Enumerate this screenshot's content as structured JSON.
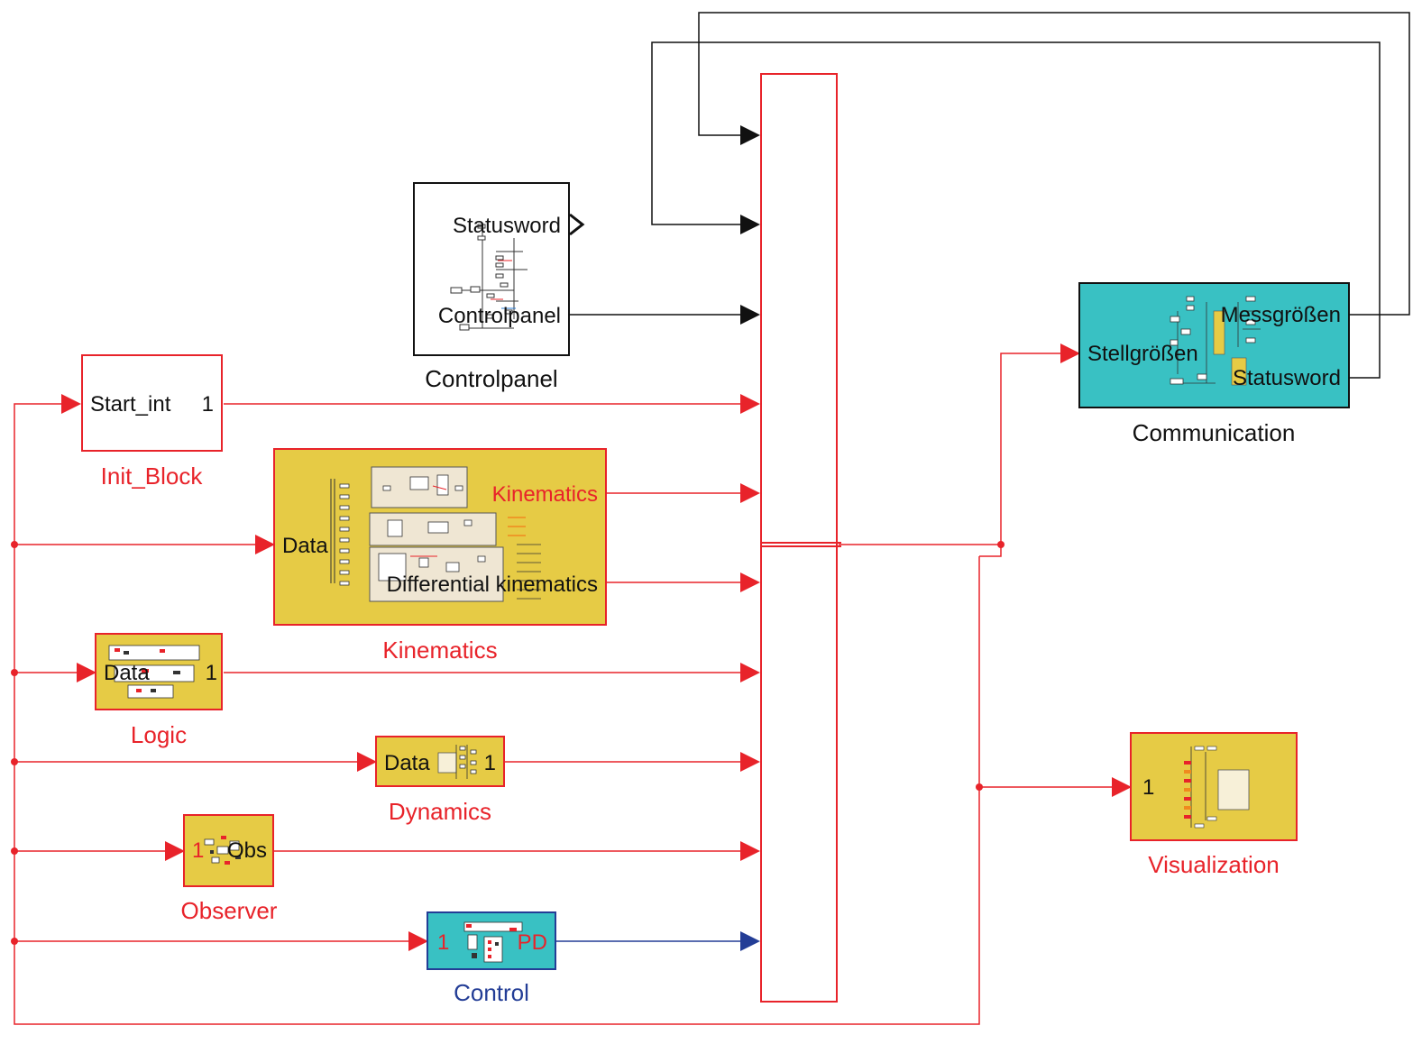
{
  "colors": {
    "signal_red": "#e8232a",
    "signal_black": "#111111",
    "signal_blue": "#233d96",
    "block_yellow": "#e6cb45",
    "block_teal": "#39c1c3"
  },
  "blocks": {
    "controlpanel": {
      "label": "Controlpanel",
      "ports": {
        "statusword": "Statusword",
        "controlpanel": "Controlpanel"
      }
    },
    "init_block": {
      "label": "Init_Block",
      "ports": {
        "start_int": "Start_int",
        "out": "1"
      }
    },
    "kinematics": {
      "label": "Kinematics",
      "ports": {
        "data": "Data",
        "kinematics": "Kinematics",
        "differential": "Differential kinematics"
      }
    },
    "logic": {
      "label": "Logic",
      "ports": {
        "data": "Data",
        "out": "1"
      }
    },
    "dynamics": {
      "label": "Dynamics",
      "ports": {
        "data": "Data",
        "out": "1"
      }
    },
    "observer": {
      "label": "Observer",
      "ports": {
        "in": "1",
        "obs": "Obs"
      }
    },
    "control": {
      "label": "Control",
      "ports": {
        "in": "1",
        "pd": "PD"
      }
    },
    "communication": {
      "label": "Communication",
      "ports": {
        "messgroessen": "Messgrößen",
        "stellgroessen": "Stellgrößen",
        "statusword": "Statusword"
      }
    },
    "visualization": {
      "label": "Visualization",
      "ports": {
        "in": "1"
      }
    }
  }
}
